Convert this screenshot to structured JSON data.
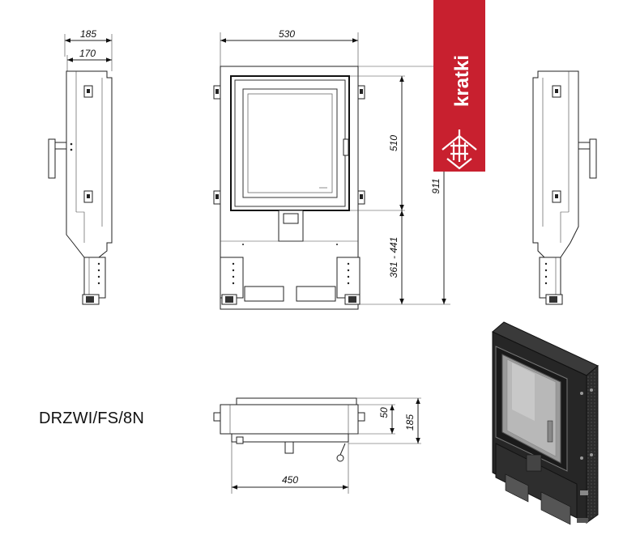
{
  "model": "DRZWI/FS/8N",
  "brand": {
    "name": "kratki",
    "color": "#c8202f"
  },
  "dimensions": {
    "side_depth_outer": "185",
    "side_depth_inner": "170",
    "front_width": "530",
    "door_height": "510",
    "total_height": "911",
    "base_height_range": "361 - 441",
    "top_depth_small": "50",
    "top_depth": "185",
    "top_width": "450"
  }
}
